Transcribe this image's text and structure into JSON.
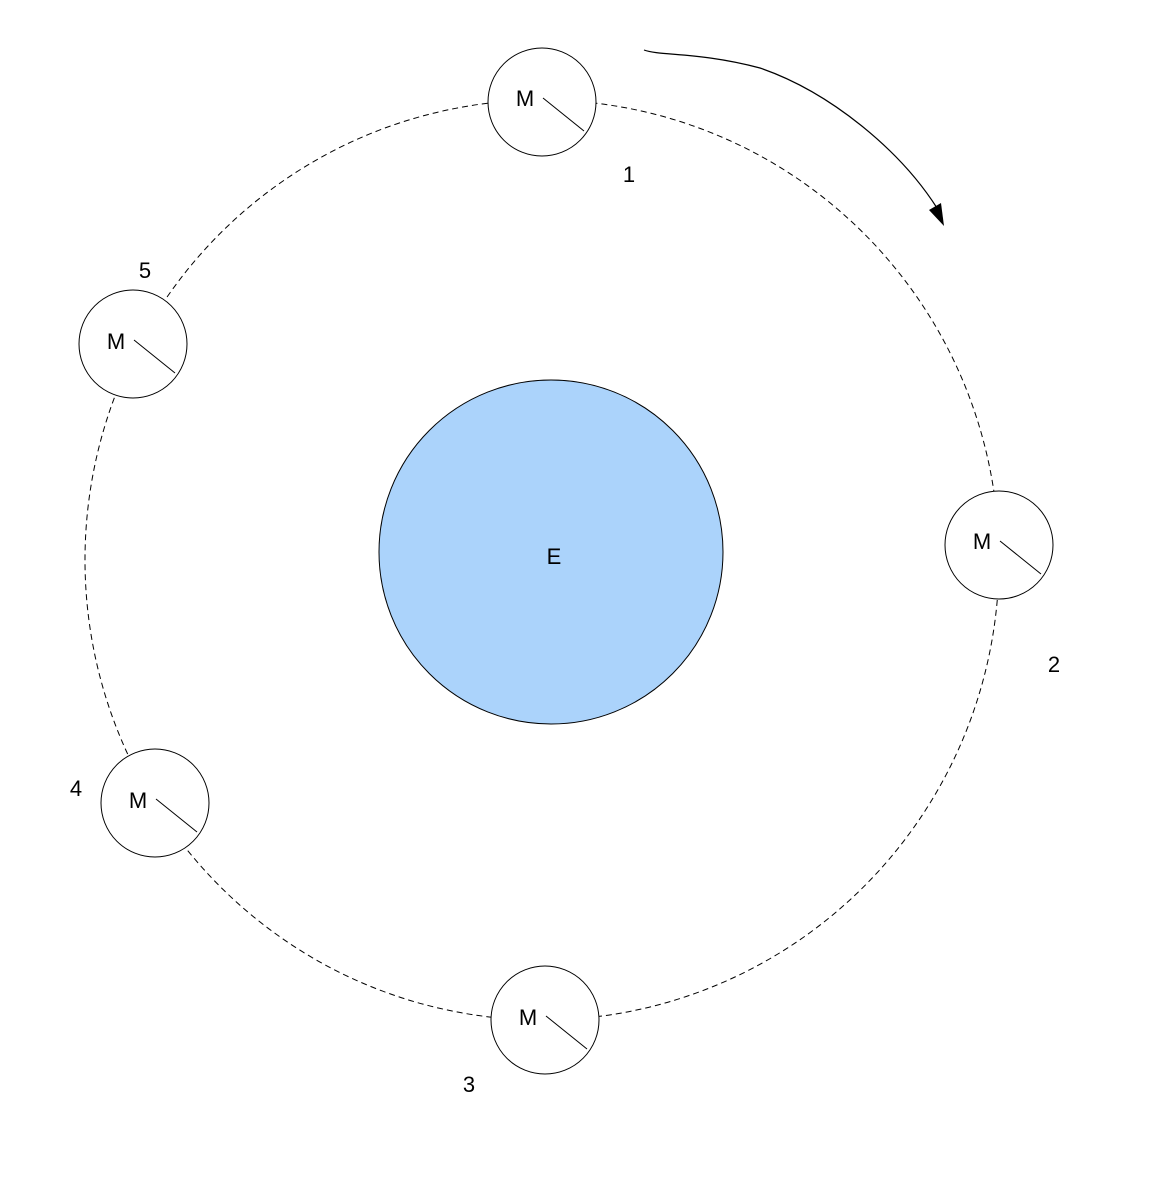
{
  "diagram": {
    "earth": {
      "label": "E",
      "fill": "#abd3fb"
    },
    "moons": [
      {
        "label": "M",
        "position_label": "1"
      },
      {
        "label": "M",
        "position_label": "2"
      },
      {
        "label": "M",
        "position_label": "3"
      },
      {
        "label": "M",
        "position_label": "4"
      },
      {
        "label": "M",
        "position_label": "5"
      }
    ],
    "orbit": {
      "style": "dashed"
    },
    "rotation": {
      "direction": "clockwise"
    }
  }
}
